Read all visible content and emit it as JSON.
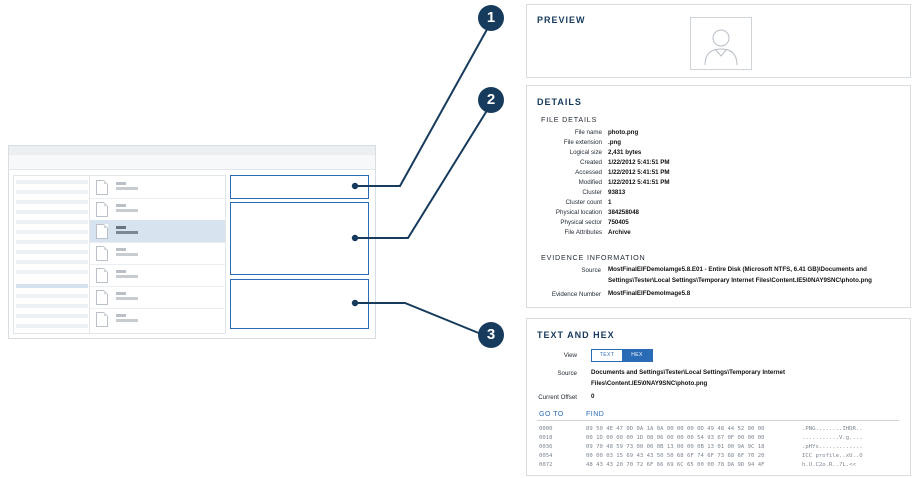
{
  "callouts": [
    "1",
    "2",
    "3"
  ],
  "preview": {
    "title": "PREVIEW",
    "image_icon": "person-placeholder-icon"
  },
  "details": {
    "title": "DETAILS",
    "file_details_heading": "FILE DETAILS",
    "fields": [
      {
        "key": "File name",
        "value": "photo.png"
      },
      {
        "key": "File extension",
        "value": ".png"
      },
      {
        "key": "Logical size",
        "value": "2,431 bytes"
      },
      {
        "key": "Created",
        "value": "1/22/2012 5:41:51 PM"
      },
      {
        "key": "Accessed",
        "value": "1/22/2012 5:41:51 PM"
      },
      {
        "key": "Modified",
        "value": "1/22/2012 5:41:51 PM"
      },
      {
        "key": "Cluster",
        "value": "93813"
      },
      {
        "key": "Cluster count",
        "value": "1"
      },
      {
        "key": "Physical location",
        "value": "384258048"
      },
      {
        "key": "Physical sector",
        "value": "750405"
      },
      {
        "key": "File Attributes",
        "value": "Archive"
      }
    ],
    "evidence_heading": "EVIDENCE INFORMATION",
    "source_label": "Source",
    "source_value": "MostFinalEIFDemolamge5.8.E01 - Entire Disk (Microsoft NTFS, 6.41 GB)\\Documents and Settings\\Tester\\Local Settings\\Temporary Internet Files\\Content.IE5\\0NAY9SNC\\photo.png",
    "evidence_number_label": "Evidence Number",
    "evidence_number_value": "MostFinalEIFDemolmage5.8"
  },
  "text_hex": {
    "title": "TEXT AND HEX",
    "view_label": "View",
    "view_options": [
      "TEXT",
      "HEX"
    ],
    "selected_view": "HEX",
    "source_label": "Source",
    "source_value": "Documents and Settings\\Tester\\Local Settings\\Temporary Internet Files\\Content.IE5\\0NAY9SNC\\photo.png",
    "offset_label": "Current Offset",
    "offset_value": "0",
    "goto_label": "GO TO",
    "find_label": "FIND",
    "rows": [
      {
        "offset": "0000",
        "bytes": "89 50 4E 47 0D 0A 1A 0A 00 00 00 0D 49 48 44 52 00 00",
        "ascii": ".PNG........IHDR.."
      },
      {
        "offset": "0018",
        "bytes": "00 1D 00 00 00 1D 08 06 00 00 00 54 93 67 0F 00 00 00",
        "ascii": "...........V.g...."
      },
      {
        "offset": "0036",
        "bytes": "09 70 48 59 73 00 00 0B 13 00 00 0B 13 01 00 9A 9C 18",
        "ascii": ".pHYs............."
      },
      {
        "offset": "0054",
        "bytes": "00 00 03 15 69 43 43 50 50 68 6F 74 6F 73 68 6F 70 20",
        "ascii": "ICC profile..xU..O"
      },
      {
        "offset": "0072",
        "bytes": "48 43 43 20 70 72 6F 66 69 6C 65 00 00 78 DA 9D 94 4F",
        "ascii": "h.U.C2o.R..?L.<<"
      }
    ]
  },
  "colors": {
    "accent": "#2a6bb6",
    "badge": "#173b5c",
    "title": "#173b5c"
  }
}
